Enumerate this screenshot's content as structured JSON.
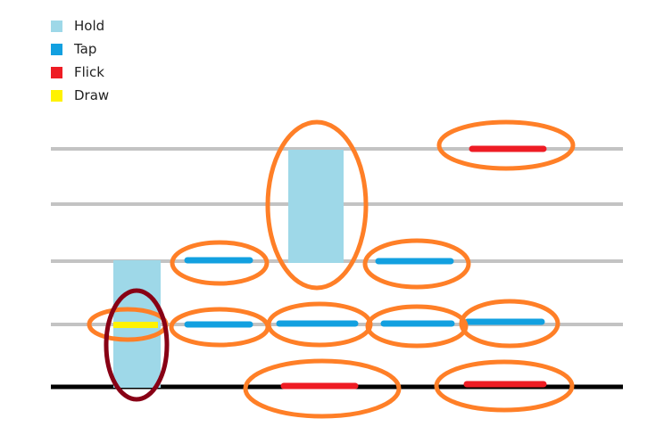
{
  "legend": [
    {
      "key": "hold",
      "label": "Hold",
      "color": "#9ed8e8"
    },
    {
      "key": "tap",
      "label": "Tap",
      "color": "#12a0e0"
    },
    {
      "key": "flick",
      "label": "Flick",
      "color": "#ee1c24"
    },
    {
      "key": "draw",
      "label": "Draw",
      "color": "#fff200"
    }
  ],
  "colors": {
    "lane": "#c3c3c3",
    "judgement_line": "#000000",
    "group_outline": "#ff7f27",
    "highlight_outline": "#880015"
  }
}
